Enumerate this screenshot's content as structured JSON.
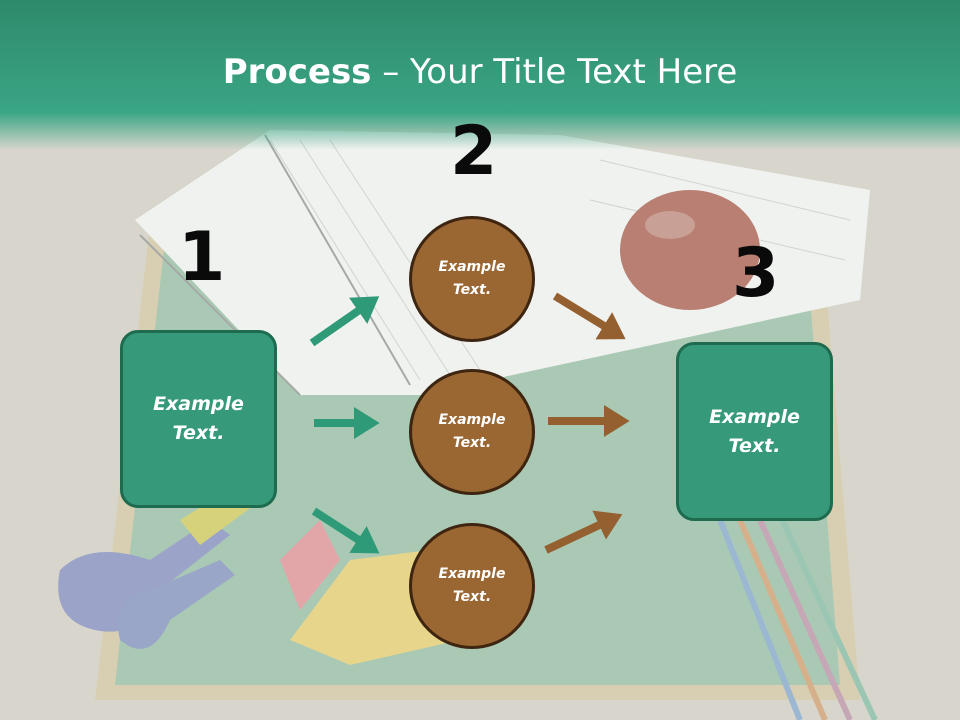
{
  "slide": {
    "title_bold": "Process",
    "title_rest": " – Your Title Text Here"
  },
  "steps": {
    "step1": {
      "number": "1",
      "text": "Example Text."
    },
    "step2": {
      "number": "2"
    },
    "step3": {
      "number": "3",
      "text": "Example Text."
    }
  },
  "circles": [
    {
      "text": "Example Text."
    },
    {
      "text": "Example Text."
    },
    {
      "text": "Example Text."
    }
  ],
  "colors": {
    "header": "#2e8a6b",
    "box_fill": "#35997a",
    "circle_fill": "#9a6632",
    "green_arrow": "#2f9a78",
    "brown_arrow": "#95602f"
  }
}
